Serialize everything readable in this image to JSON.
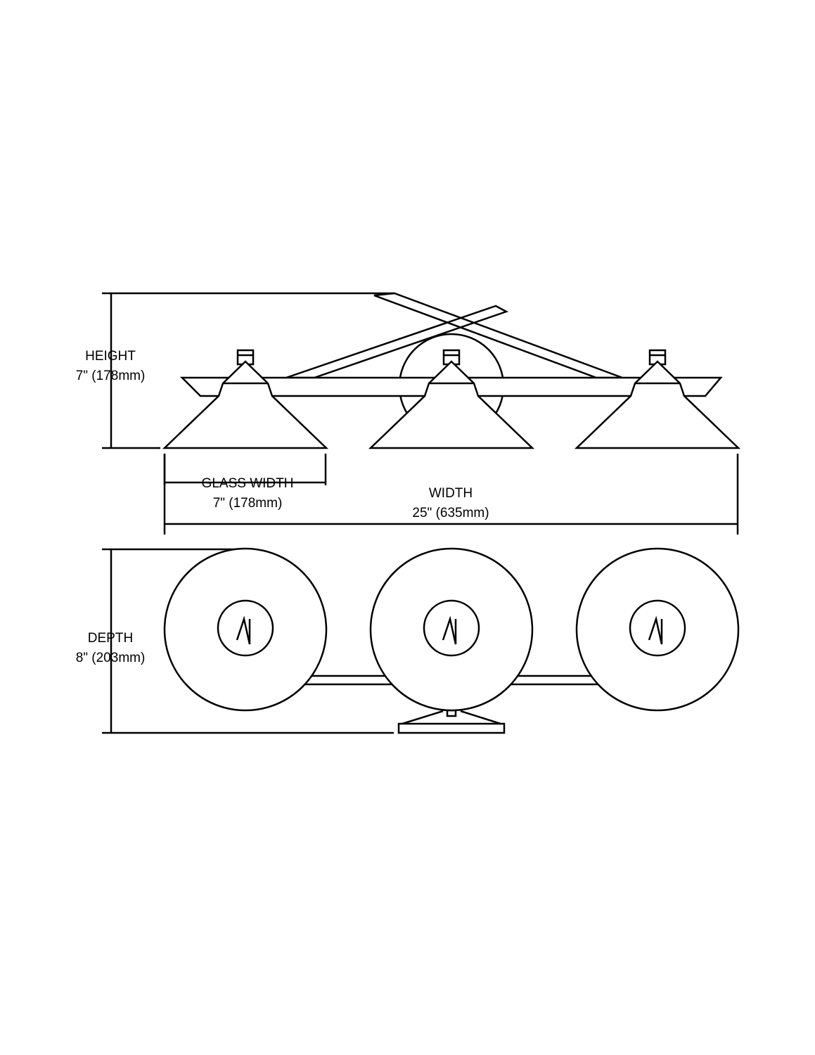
{
  "dimensions": {
    "height": {
      "label": "HEIGHT",
      "value": "7\" (178mm)"
    },
    "glass_width": {
      "label": "GLASS WIDTH",
      "value": "7\" (178mm)"
    },
    "width": {
      "label": "WIDTH",
      "value": "25\" (635mm)"
    },
    "depth": {
      "label": "DEPTH",
      "value": "8\" (203mm)"
    }
  },
  "colors": {
    "line": "#000000",
    "background": "#ffffff"
  }
}
